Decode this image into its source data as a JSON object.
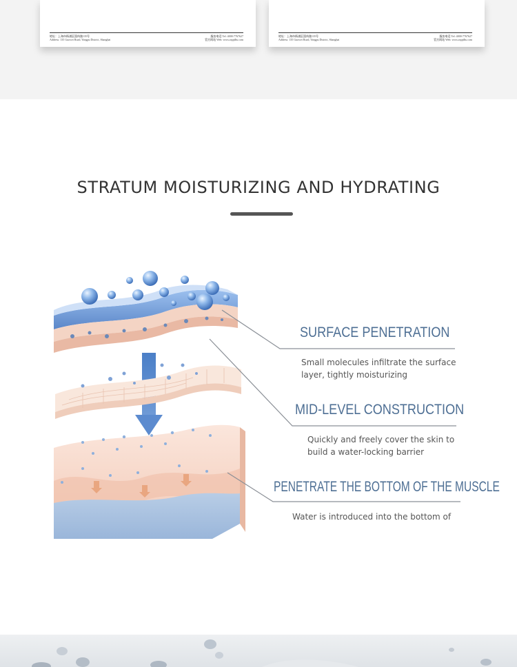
{
  "documents": [
    {
      "footer_left_line1": "地址：上海市杨浦区国伟路135号",
      "footer_left_line2": "Address: 135 Guowei Road, Yangpu District, Shanghai",
      "footer_right_line1": "服务电话 Tel: 4000-7767627",
      "footer_right_line2": "官方网站 Web: www.zzpjdhs.com"
    },
    {
      "footer_left_line1": "地址：上海市杨浦区国伟路135号",
      "footer_left_line2": "Address: 135 Guowei Road, Yangpu District, Shanghai",
      "footer_right_line1": "服务电话 Tel: 4000-7767627",
      "footer_right_line2": "官方网站 Web: www.zzpjdhs.com"
    }
  ],
  "section": {
    "title": "STRATUM MOISTURIZING AND HYDRATING"
  },
  "layers": [
    {
      "title": "SURFACE PENETRATION",
      "desc_line1": "Small molecules infiltrate the surface",
      "desc_line2": "layer, tightly moisturizing"
    },
    {
      "title": "MID-LEVEL CONSTRUCTION",
      "desc_line1": "Quickly and freely cover the skin to",
      "desc_line2": "build a water-locking barrier"
    },
    {
      "title": "PENETRATE THE BOTTOM OF THE MUSCLE",
      "desc_line1": "Water is introduced into the bottom of"
    }
  ],
  "colors": {
    "label_blue": "#4e6f94",
    "heading_text": "#333333",
    "band_grey": "#f3f3f3"
  }
}
